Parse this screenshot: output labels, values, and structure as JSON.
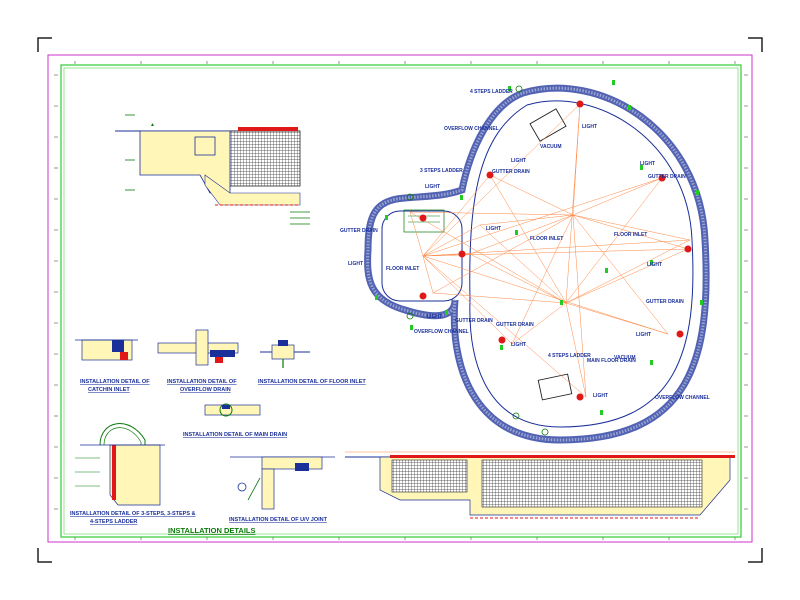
{
  "colors": {
    "frame_magenta": "#cc33cc",
    "border_green": "#33cc33",
    "ink_blue": "#1a2f9a",
    "ink_green": "#0a7a0a",
    "dim_orange": "#ff8844",
    "fill_yellow": "#fff6b8",
    "grid_dark": "#333333",
    "accent_red": "#e01818"
  },
  "plan_labels": {
    "ladder_top": "4 STEPS LADDER",
    "ladder_left": "3 STEPS LADDER",
    "ladder_bottom": "4 STEPS LADDER",
    "overflow_top": "OVERFLOW CHANNEL",
    "overflow_left": "OVERFLOW CHANNEL",
    "overflow_right": "OVERFLOW CHANNEL",
    "vacuum_top": "VACUUM",
    "vacuum_bottom": "VACUUM",
    "light_1": "LIGHT",
    "light_2": "LIGHT",
    "light_3": "LIGHT",
    "light_4": "LIGHT",
    "light_5": "LIGHT",
    "light_6": "LIGHT",
    "light_7": "LIGHT",
    "light_8": "LIGHT",
    "light_9": "LIGHT",
    "light_10": "LIGHT",
    "light_11": "LIGHT",
    "gutter_1": "GUTTER DRAIN",
    "gutter_2": "GUTTER DRAIN",
    "gutter_3": "GUTTER DRAIN",
    "gutter_4": "GUTTER DRAIN",
    "gutter_5": "GUTTER DRAIN",
    "gutter_6": "GUTTER DRAIN",
    "floor_inlet_1": "FLOOR INLET",
    "floor_inlet_2": "FLOOR INLET",
    "floor_inlet_3": "FLOOR INLET",
    "main_drain": "MAIN FLOOR DRAIN"
  },
  "detail_titles": {
    "catchin_line1": "INSTALLATION DETAIL OF",
    "catchin_line2": "CATCHIN INLET",
    "overflow_line1": "INSTALLATION DETAIL OF",
    "overflow_line2": "OVERFLOW DRAIN",
    "floor_inlet": "INSTALLATION DETAIL OF FLOOR INLET",
    "main_drain": "INSTALLATION DETAIL OF MAIN DRAIN",
    "ladder_line1": "INSTALLATION DETAIL OF 3-STEPS, 3-STEPS &",
    "ladder_line2": "4-STEPS LADDER",
    "uv_joint": "INSTALLATION DETAIL OF U/V JOINT",
    "sheet_title": "INSTALLATION DETAILS"
  }
}
